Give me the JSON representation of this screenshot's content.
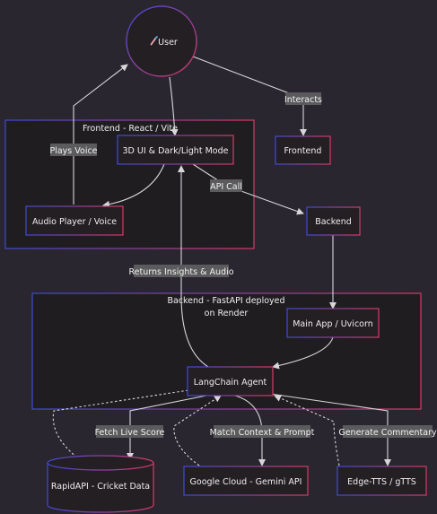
{
  "nodes": {
    "user": "User",
    "user_icon": "person-icon",
    "frontend_node": "Frontend",
    "ui3d": "3D UI & Dark/Light Mode",
    "audio": "Audio Player / Voice",
    "backend_node": "Backend",
    "mainapp": "Main App / Uvicorn",
    "langchain": "LangChain Agent",
    "rapid": "RapidAPI - Cricket Data",
    "gemini": "Google Cloud - Gemini API",
    "tts": "Edge-TTS / gTTS"
  },
  "groups": {
    "frontend_title": "Frontend - React / Vite",
    "backend_title_line1": "Backend - FastAPI deployed",
    "backend_title_line2": "on Render"
  },
  "edges": {
    "interacts": "Interacts",
    "plays_voice": "Plays Voice",
    "api_call": "API Call",
    "returns": "Returns Insights & Audio",
    "fetch": "Fetch Live Score",
    "match": "Match Context & Prompt",
    "generate": "Generate Commentary"
  },
  "colors": {
    "background": "#2a2630",
    "node_fill": "#231f23",
    "border_blue": "#3f4ad6",
    "border_red": "#d63a66",
    "edge": "#d8d6da",
    "label_bg": "#5b5b5d"
  }
}
